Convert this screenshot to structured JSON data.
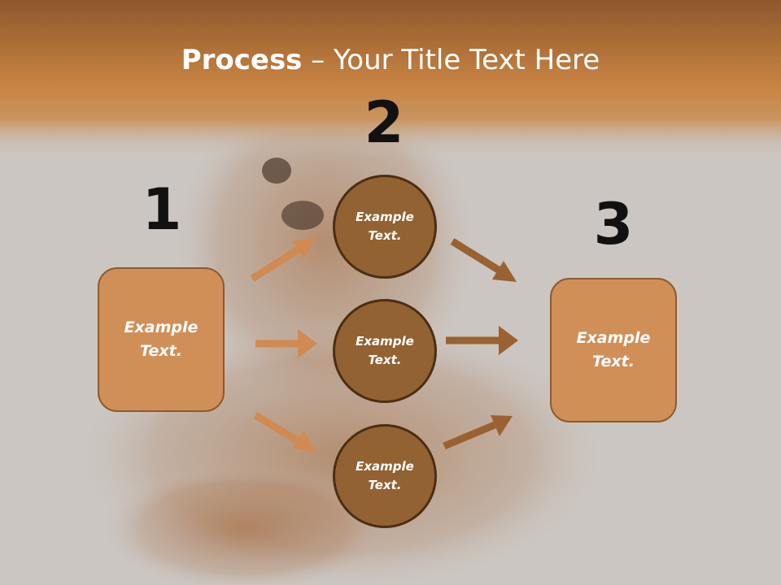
{
  "title": {
    "bold": "Process",
    "rest": " – Your Title Text Here"
  },
  "numbers": [
    "1",
    "2",
    "3"
  ],
  "left_box": {
    "label": "Example Text."
  },
  "circles": [
    {
      "label": "Example Text."
    },
    {
      "label": "Example Text."
    },
    {
      "label": "Example Text."
    }
  ],
  "right_box": {
    "label": "Example Text."
  },
  "colors": {
    "header_band": "#b87336",
    "box_fill": "#d18f58",
    "circle_fill": "#926232",
    "arrow_light": "#d08a52",
    "arrow_dark": "#9a6230"
  }
}
